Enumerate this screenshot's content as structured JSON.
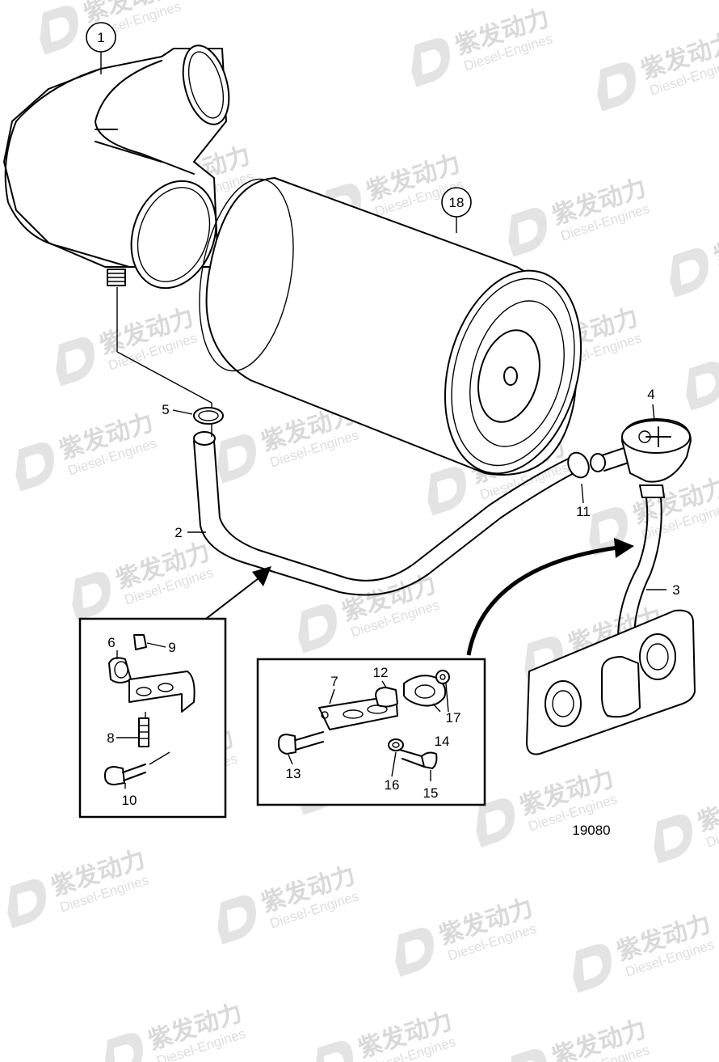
{
  "diagram": {
    "figure_number": "19080",
    "callouts": {
      "c1": "1",
      "c2": "2",
      "c3": "3",
      "c4": "4",
      "c5": "5",
      "c6": "6",
      "c7": "7",
      "c8": "8",
      "c9": "9",
      "c10": "10",
      "c11": "11",
      "c12": "12",
      "c13": "13",
      "c14": "14",
      "c15": "15",
      "c16": "16",
      "c17": "17",
      "c18": "18"
    }
  },
  "watermark": {
    "brand_cn": "紫发动力",
    "brand_en": "Diesel-Engines"
  },
  "colors": {
    "line": "#000000",
    "watermark": "#d9d9d9",
    "background": "#ffffff"
  }
}
